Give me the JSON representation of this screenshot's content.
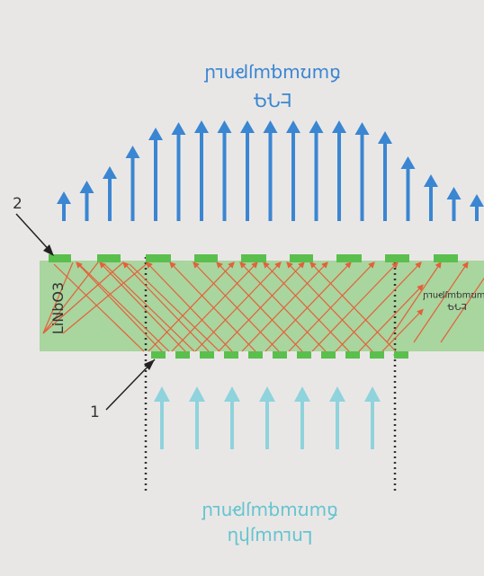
{
  "labels": {
    "material": "LiNbO3",
    "number_1": "1",
    "number_2": "2",
    "output_line1": "ԷԴԳ",
    "output_line2": "ճառագայթում",
    "crystal_line1": "ԷԴԳ",
    "crystal_line2": "ճառագայթում",
    "input_line1": "Լուսային",
    "input_line2": "ճառագայթում"
  },
  "colors": {
    "output_arrows": "#3a86d2",
    "input_arrows": "#8fd3dc",
    "crystal": "#a9d59e",
    "electrodes": "#5bbf4d",
    "rays": "#e4603a",
    "text_output": "#3a86d2",
    "text_input": "#66c4cf",
    "text_dark": "#333333"
  },
  "output_arrow_levels": [
    0.21,
    0.33,
    0.49,
    0.72,
    0.92,
    0.98,
    1.0,
    1.0,
    1.0,
    1.0,
    1.0,
    1.0,
    1.0,
    0.98,
    0.88,
    0.6,
    0.4,
    0.26,
    0.18
  ],
  "input_arrow_count": 7
}
